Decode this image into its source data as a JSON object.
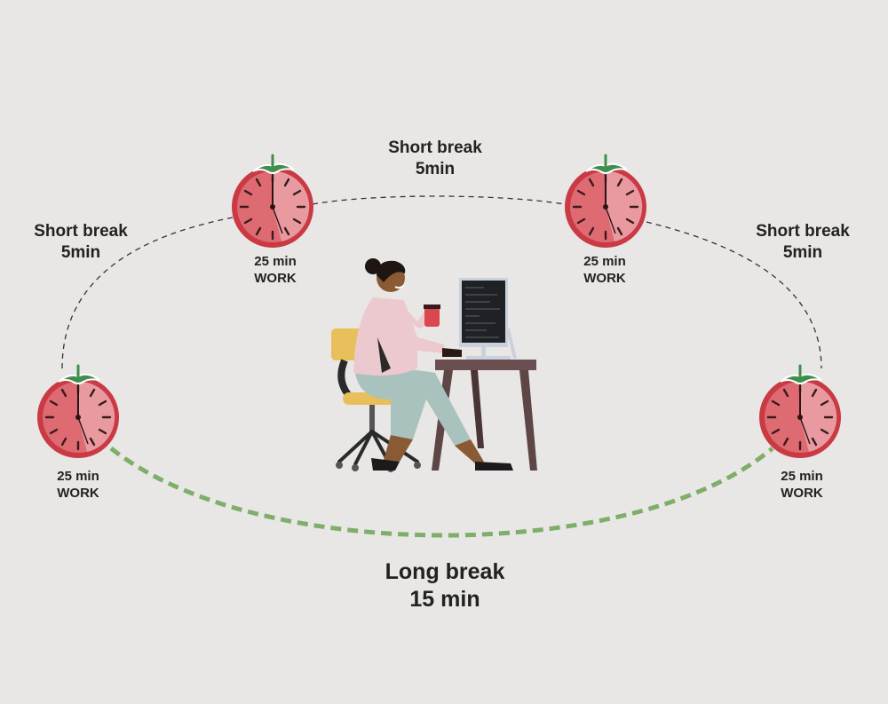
{
  "title": "Pomodoro technique cycle",
  "work_sessions": [
    {
      "duration": "25 min",
      "label": "WORK"
    },
    {
      "duration": "25 min",
      "label": "WORK"
    },
    {
      "duration": "25 min",
      "label": "WORK"
    },
    {
      "duration": "25 min",
      "label": "WORK"
    }
  ],
  "short_breaks": [
    {
      "label": "Short break",
      "duration": "5min"
    },
    {
      "label": "Short break",
      "duration": "5min"
    },
    {
      "label": "Short break",
      "duration": "5min"
    }
  ],
  "long_break": {
    "label": "Long break",
    "duration": "15 min"
  },
  "colors": {
    "background": "#e9e7e5",
    "tomato": "#d9474f",
    "leaf": "#3f8f4c",
    "long_break_path": "#7fae6a",
    "short_break_path": "#333333"
  }
}
